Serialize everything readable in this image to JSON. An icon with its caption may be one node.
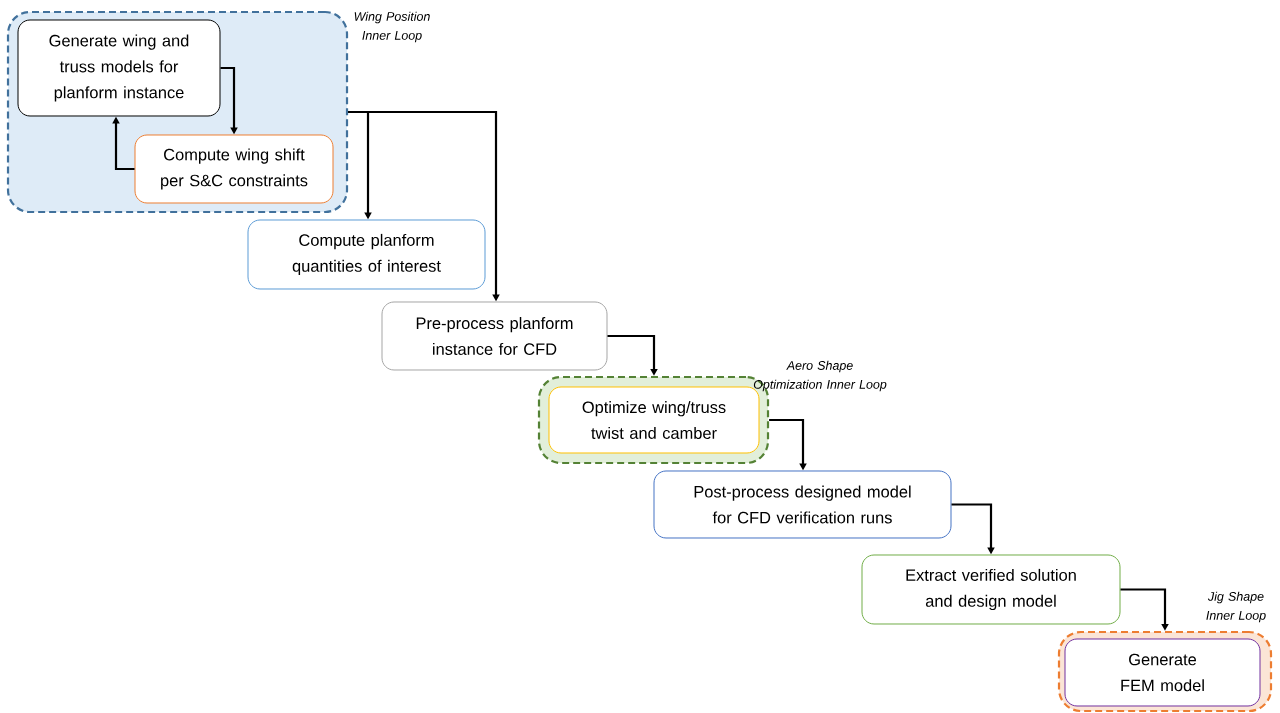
{
  "diagram": {
    "nodes": [
      {
        "text": [
          "Wing Position Inner Loop"
        ]
      },
      {
        "text": [
          "Generate wing and truss models for planform instance"
        ],
        "in": 0
      },
      {
        "text": [
          "Compute wing shift per S&C constraints"
        ],
        "in": 0
      },
      {
        "text": [
          "Compute planform quantities of interest"
        ]
      },
      {
        "text": [
          "Pre-process planform instance for CFD"
        ]
      },
      {
        "text": [
          "Aero Shape Optimization Inner Loop"
        ]
      },
      {
        "text": [
          "Optimize wing/truss twist and camber"
        ],
        "in": 5
      },
      {
        "text": [
          "Post-process designed model for CFD verification runs"
        ]
      },
      {
        "text": [
          "Extract verified solution and design model"
        ]
      },
      {
        "text": [
          "Jig Shape Inner Loop"
        ]
      },
      {
        "text": [
          "Generate FEM model"
        ],
        "in": 9
      }
    ],
    "edges": [
      {
        "from": 1,
        "to": 2,
        "arrow": "to"
      },
      {
        "from": 2,
        "to": 1,
        "arrow": "to"
      },
      {
        "from": 0,
        "to": 3,
        "arrow": "to"
      },
      {
        "from": 0,
        "to": 4,
        "arrow": "to"
      },
      {
        "from": 4,
        "to": 5,
        "arrow": "to"
      },
      {
        "from": 5,
        "to": 7,
        "arrow": "to"
      },
      {
        "from": 7,
        "to": 8,
        "arrow": "to"
      },
      {
        "from": 8,
        "to": 9,
        "arrow": "to"
      }
    ]
  }
}
